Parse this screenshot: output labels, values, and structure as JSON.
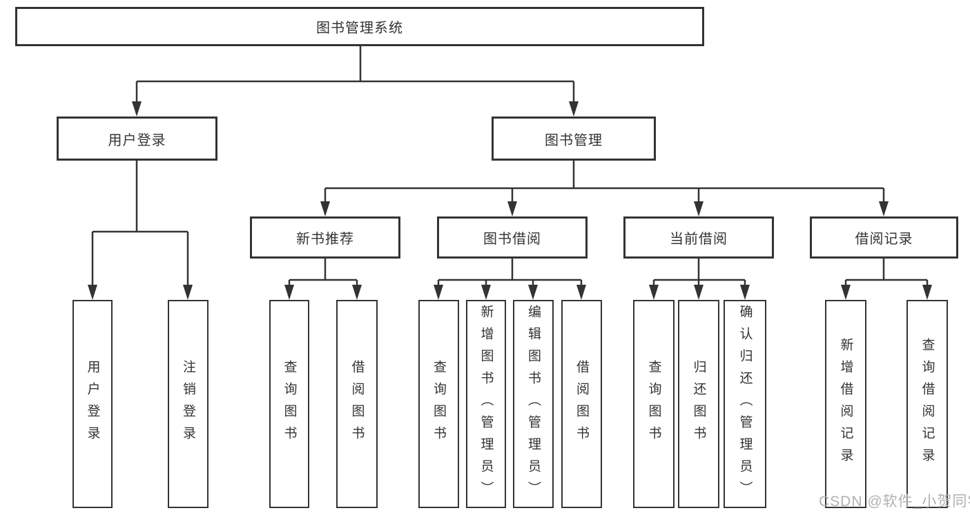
{
  "diagram": {
    "tree": {
      "label": "图书管理系统",
      "children": [
        {
          "label": "用户登录",
          "children": [
            {
              "label": "用户登录"
            },
            {
              "label": "注销登录"
            }
          ]
        },
        {
          "label": "图书管理",
          "children": [
            {
              "label": "新书推荐",
              "children": [
                {
                  "label": "查询图书"
                },
                {
                  "label": "借阅图书"
                }
              ]
            },
            {
              "label": "图书借阅",
              "children": [
                {
                  "label": "查询图书"
                },
                {
                  "label": "新增图书（管理员）"
                },
                {
                  "label": "编辑图书（管理员）"
                },
                {
                  "label": "借阅图书"
                }
              ]
            },
            {
              "label": "当前借阅",
              "children": [
                {
                  "label": "查询图书"
                },
                {
                  "label": "归还图书"
                },
                {
                  "label": "确认归还（管理员）"
                }
              ]
            },
            {
              "label": "借阅记录",
              "children": [
                {
                  "label": "新增借阅记录"
                },
                {
                  "label": "查询借阅记录"
                }
              ]
            }
          ]
        }
      ]
    },
    "colors": {
      "line": "#333333",
      "text": "#333333",
      "background": "#ffffff",
      "watermark": "#b0b0b0"
    }
  },
  "watermark": {
    "text": "CSDN @软件_小贺同学"
  }
}
